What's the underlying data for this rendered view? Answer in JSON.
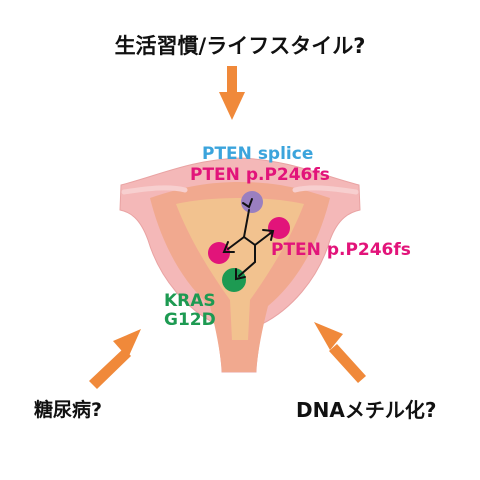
{
  "labels": {
    "top_factor": "生活習慣/ライフスタイル?",
    "left_factor": "糖尿病?",
    "right_factor": "DNAメチル化?",
    "pten_splice": "PTEN splice",
    "pten_mutation_upper": "PTEN p.P246fs",
    "pten_mutation_right": "PTEN p.P246fs",
    "kras_line1": "KRAS",
    "kras_line2": "G12D"
  },
  "colors": {
    "arrow_orange": "#f0893a",
    "uterus_outer": "#f4b8b8",
    "uterus_inner": "#f1a98f",
    "uterus_cavity": "#f2c28f",
    "splice_blue": "#3ba4dc",
    "pten_magenta": "#e2147a",
    "kras_green": "#1d9a52",
    "splice_node": "#9a7fc0",
    "text_black": "#111111"
  }
}
